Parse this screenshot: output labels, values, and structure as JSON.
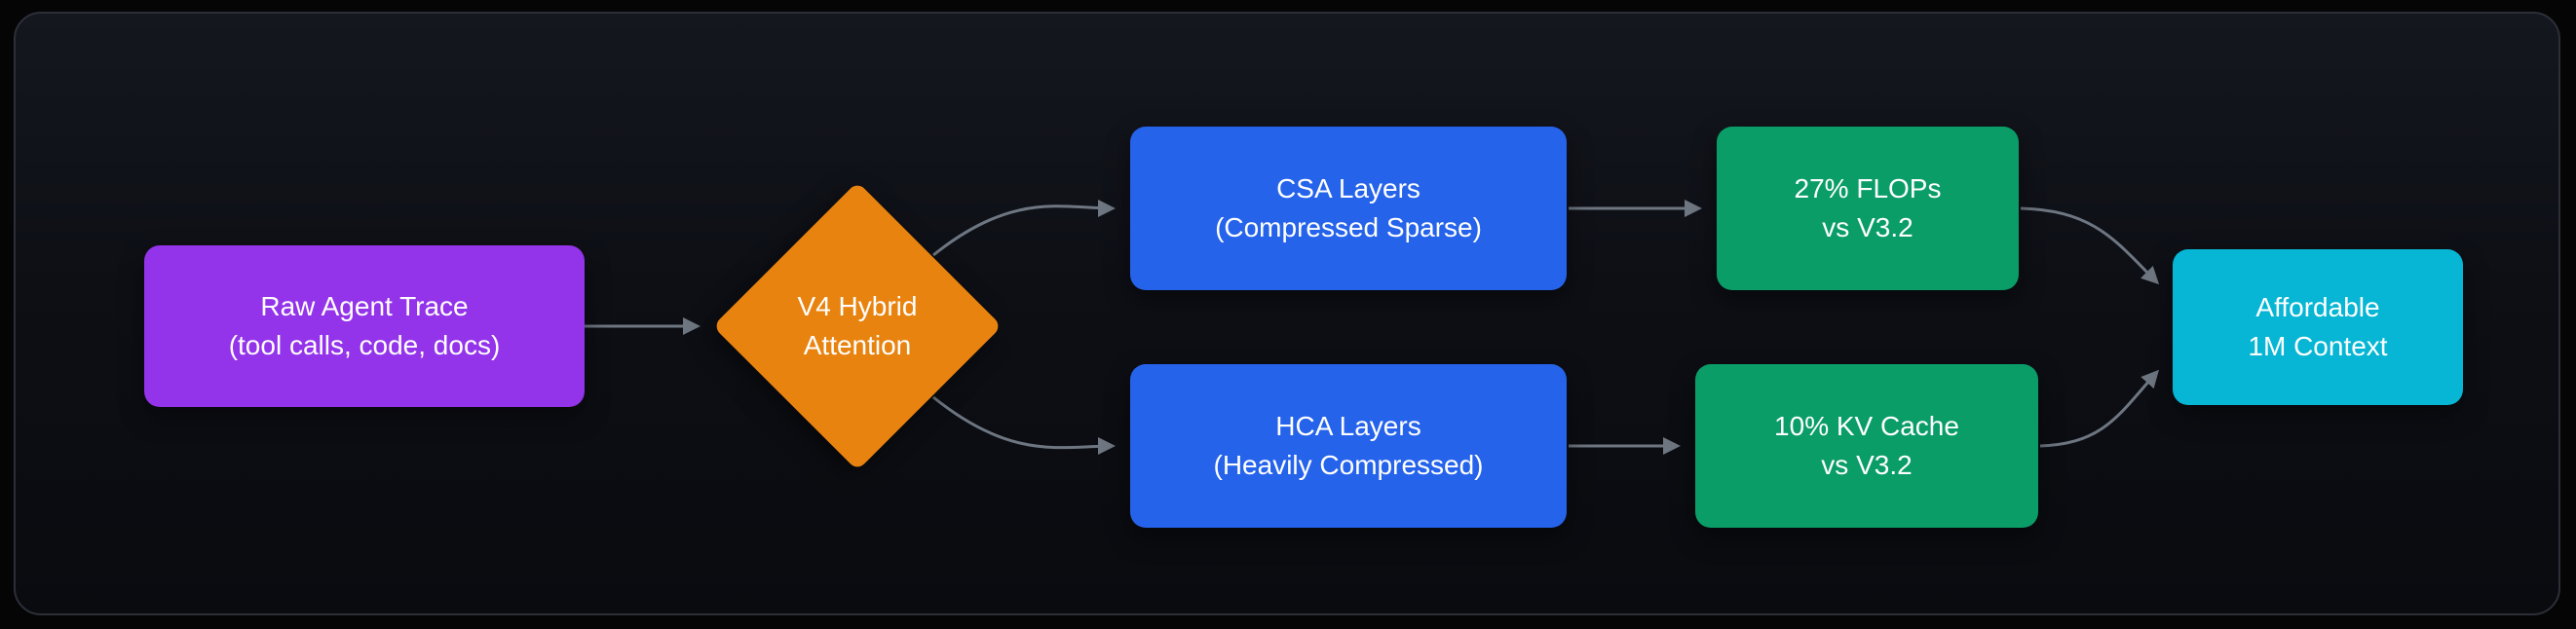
{
  "diagram": {
    "nodes": {
      "input": {
        "line1": "Raw Agent Trace",
        "line2": "(tool calls, code, docs)",
        "color": "#9333ea",
        "shape": "rounded-rect"
      },
      "decision": {
        "line1": "V4 Hybrid",
        "line2": "Attention",
        "color": "#e8830f",
        "shape": "diamond"
      },
      "csa": {
        "line1": "CSA Layers",
        "line2": "(Compressed Sparse)",
        "color": "#2563eb",
        "shape": "rounded-rect"
      },
      "hca": {
        "line1": "HCA Layers",
        "line2": "(Heavily Compressed)",
        "color": "#2563eb",
        "shape": "rounded-rect"
      },
      "flops": {
        "line1": "27% FLOPs",
        "line2": "vs V3.2",
        "color": "#0a9d68",
        "shape": "rounded-rect"
      },
      "kv": {
        "line1": "10% KV Cache",
        "line2": "vs V3.2",
        "color": "#0a9d68",
        "shape": "rounded-rect"
      },
      "outcome": {
        "line1": "Affordable",
        "line2": "1M Context",
        "color": "#06b6d4",
        "shape": "rounded-rect"
      }
    },
    "edges": [
      {
        "from": "input",
        "to": "decision"
      },
      {
        "from": "decision",
        "to": "csa"
      },
      {
        "from": "decision",
        "to": "hca"
      },
      {
        "from": "csa",
        "to": "flops"
      },
      {
        "from": "hca",
        "to": "kv"
      },
      {
        "from": "flops",
        "to": "outcome"
      },
      {
        "from": "kv",
        "to": "outcome"
      }
    ],
    "colors": {
      "background": "#050506",
      "panel_background": "#0e1016",
      "panel_border": "#2c2f38",
      "arrow": "#6e7681",
      "text": "#ffffff"
    }
  }
}
